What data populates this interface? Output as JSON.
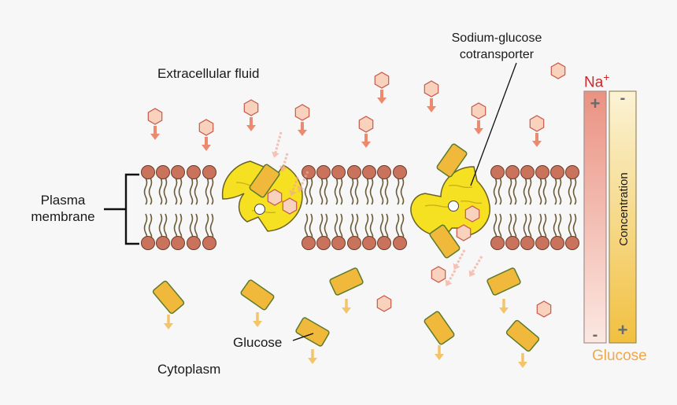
{
  "labels": {
    "extracellular": "Extracellular fluid",
    "plasma_membrane_line1": "Plasma",
    "plasma_membrane_line2": "membrane",
    "cytoplasm": "Cytoplasm",
    "glucose": "Glucose",
    "transporter_line1": "Sodium-glucose",
    "transporter_line2": "cotransporter"
  },
  "gradient": {
    "sodium_label": "Na",
    "sodium_superscript": "+",
    "glucose_label": "Glucose",
    "axis_label": "Concentration",
    "sodium_high": "+",
    "sodium_low": "-",
    "glucose_low": "-",
    "glucose_high": "+"
  },
  "colors": {
    "background": "#f7f7f7",
    "sodium_fill": "#f8d2bd",
    "sodium_stroke": "#c8584a",
    "sodium_arrow": "#ec8a70",
    "glucose_fill": "#f0b93c",
    "glucose_stroke": "#5d7a2a",
    "glucose_arrow": "#f4c46a",
    "transporter": "#f5e021",
    "phospholipid_head": "#c9735c",
    "sodium_text": "#d1262a",
    "glucose_text": "#f0a848"
  }
}
